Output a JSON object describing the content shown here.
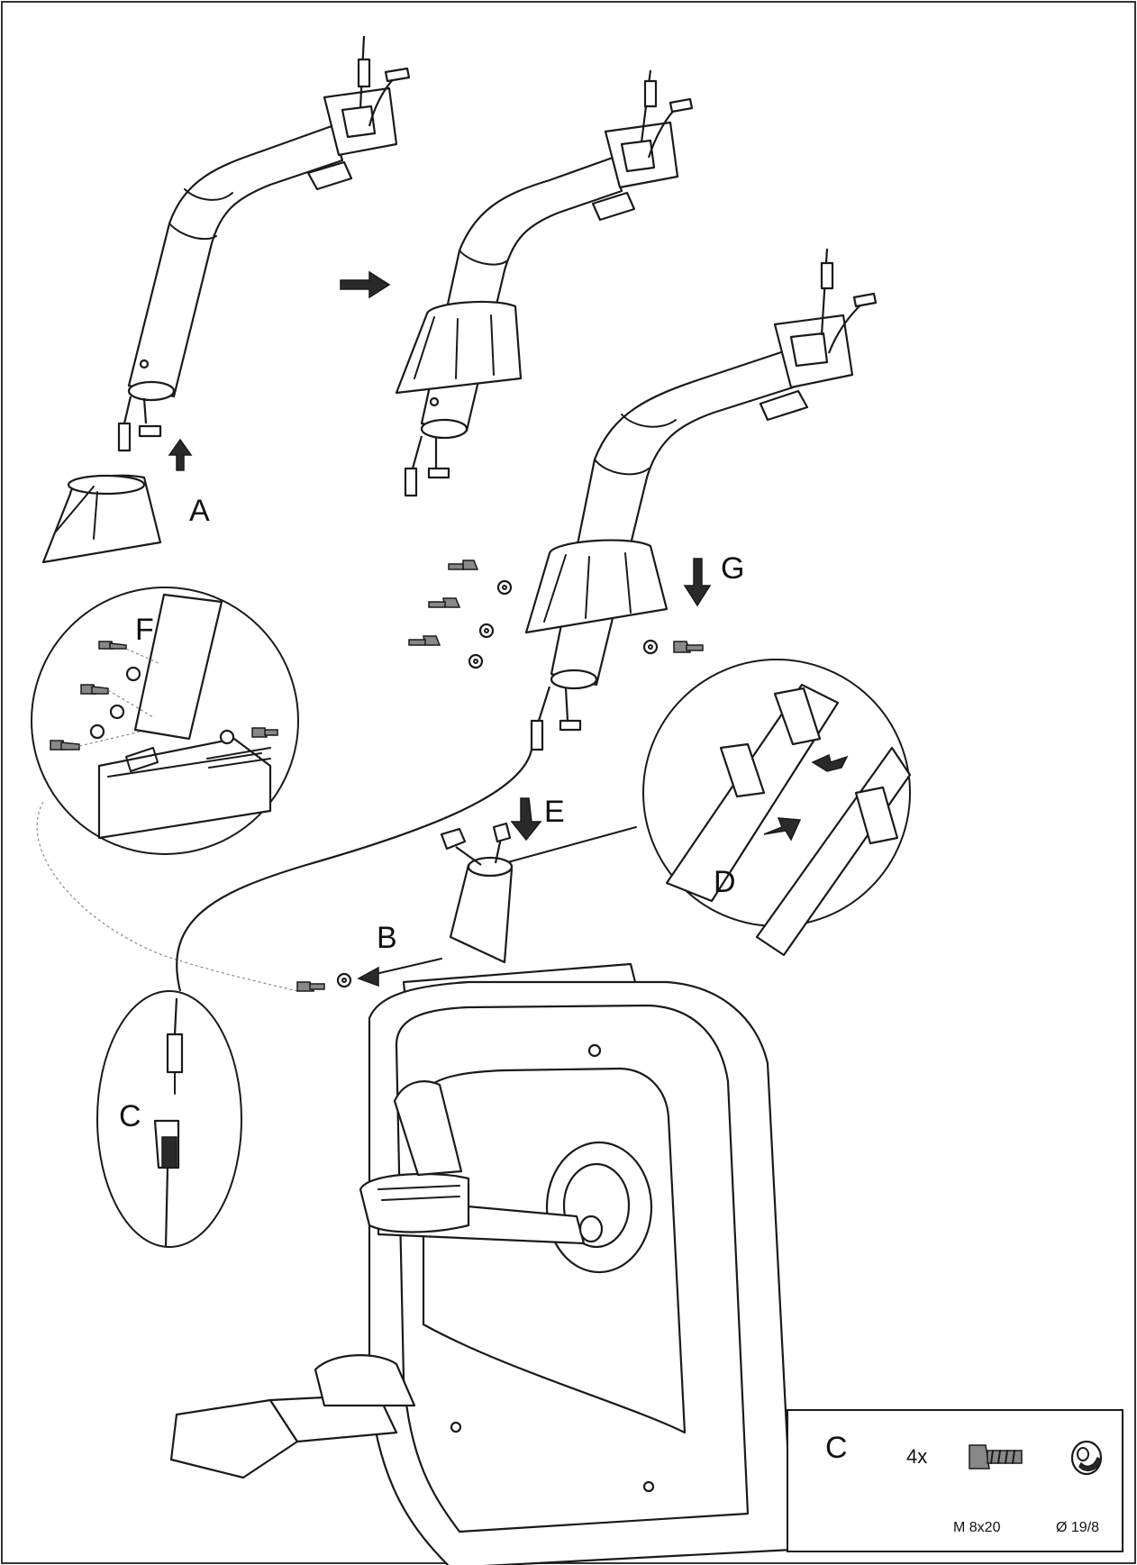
{
  "steps": {
    "a": "A",
    "b": "B",
    "c": "C",
    "d": "D",
    "e": "E",
    "f": "F",
    "g": "G"
  },
  "parts_box": {
    "step": "C",
    "quantity": "4x",
    "bolt_spec": "M 8x20",
    "washer_spec": "Ø 19/8",
    "icons": [
      "bolt-icon",
      "washer-icon"
    ]
  }
}
